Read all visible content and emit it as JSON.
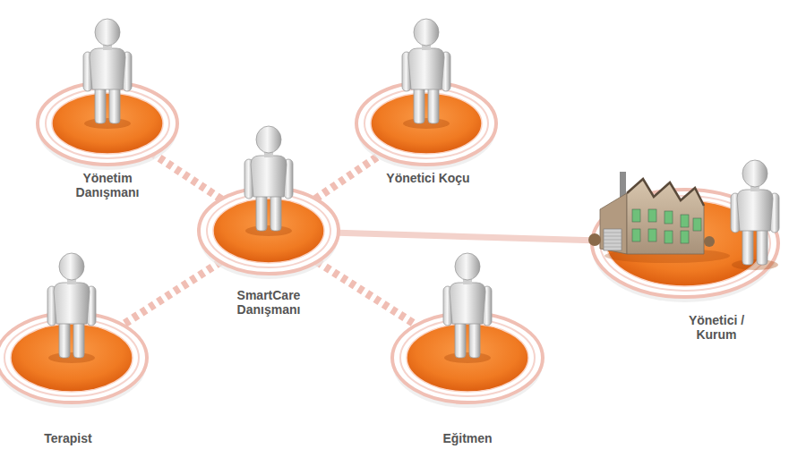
{
  "diagram": {
    "nodes": [
      {
        "text": [
          "Yönetim Danışmanı"
        ]
      },
      {
        "text": [
          "Yönetici Koçu"
        ]
      },
      {
        "text": [
          "SmartCare Danışmanı"
        ]
      },
      {
        "text": [
          "Yönetici / Kurum"
        ]
      },
      {
        "text": [
          "Terapist"
        ]
      },
      {
        "text": [
          "Eğitmen"
        ]
      }
    ],
    "edges": [
      {
        "from": 2,
        "to": 0,
        "arrow": "none"
      },
      {
        "from": 2,
        "to": 1,
        "arrow": "none"
      },
      {
        "from": 2,
        "to": 3,
        "arrow": "none"
      },
      {
        "from": 2,
        "to": 4,
        "arrow": "none"
      },
      {
        "from": 2,
        "to": 5,
        "arrow": "none"
      }
    ]
  }
}
